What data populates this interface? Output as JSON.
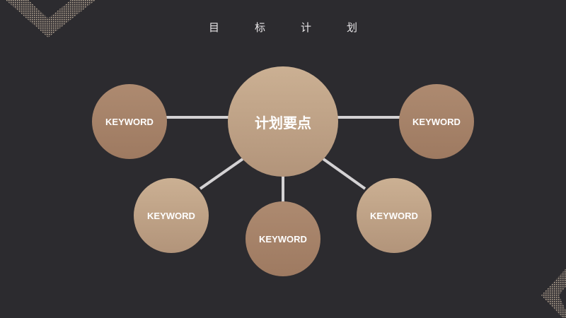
{
  "title": [
    "目",
    "标",
    "计",
    "划"
  ],
  "center": {
    "label": "计划要点"
  },
  "nodes": [
    {
      "label": "KEYWORD"
    },
    {
      "label": "KEYWORD"
    },
    {
      "label": "KEYWORD"
    },
    {
      "label": "KEYWORD"
    },
    {
      "label": "KEYWORD"
    }
  ],
  "colors": {
    "background": "#2c2b2f",
    "dark_circle": "#a37f66",
    "light_circle": "#c5a98c",
    "connector": "#d4d2d4",
    "pattern": "#a89c8c"
  }
}
